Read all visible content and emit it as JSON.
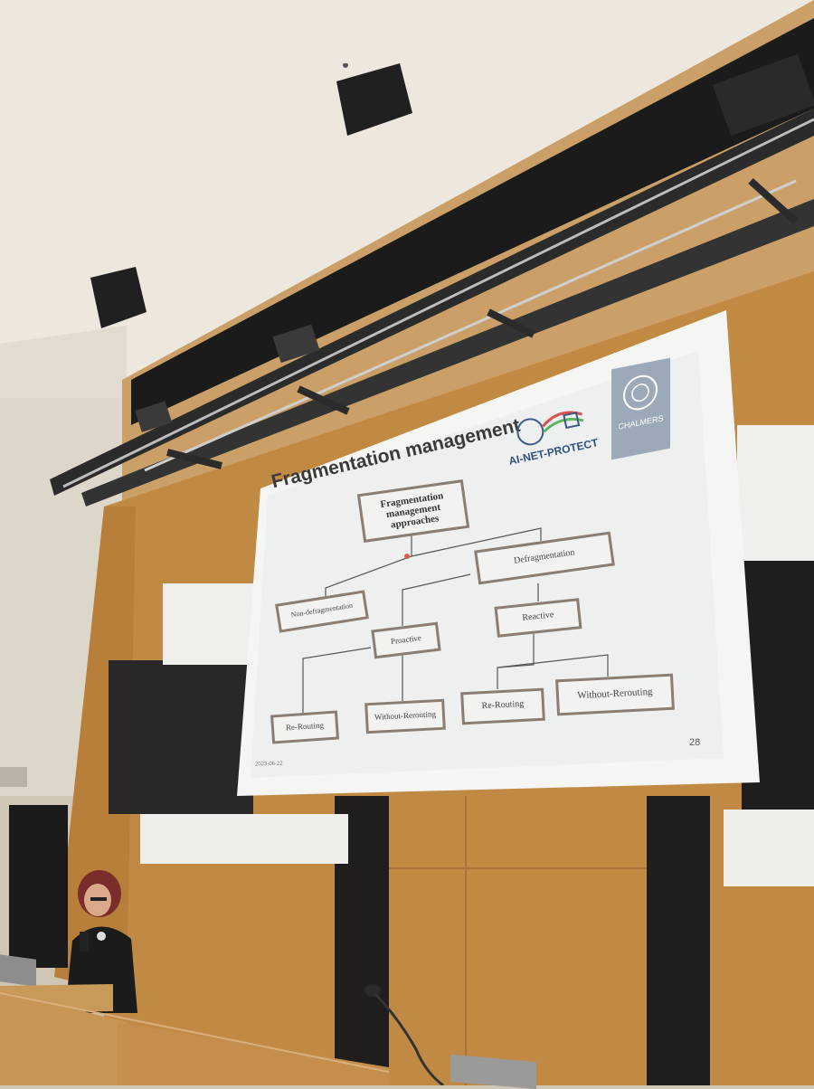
{
  "slide": {
    "title": "Fragmentation management",
    "logo_text": "AI-NET-PROTECT",
    "university_text": "CHALMERS",
    "page_number": "28",
    "date": "2023-06-22",
    "nodes": {
      "root_line1": "Fragmentation management",
      "root_line2": "approaches",
      "non_defrag": "Non-defragmentation",
      "defrag": "Defragmentation",
      "proactive": "Proactive",
      "reactive": "Reactive",
      "proactive_rerouting": "Re-Routing",
      "proactive_without": "Without-Rerouting",
      "reactive_rerouting": "Re-Routing",
      "reactive_without": "Without-Rerouting"
    }
  },
  "colors": {
    "screen": "#eef0ef",
    "box_border": "#8b7d72",
    "wood": "#c9954f",
    "ceiling": "#ece6dc",
    "dark_panel": "#1e1d1c"
  }
}
